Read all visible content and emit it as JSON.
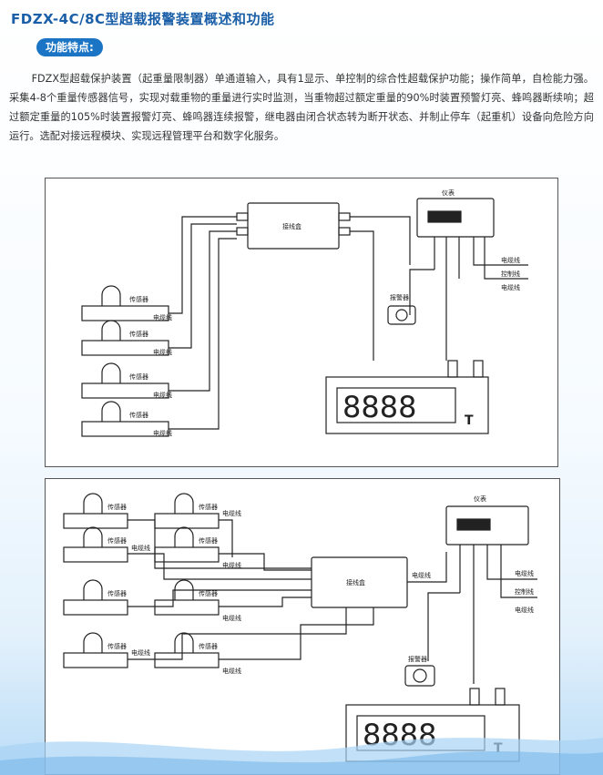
{
  "title": "FDZX-4C/8C型超载报警装置概述和功能",
  "section_label": "功能特点:",
  "intro": "FDZX型超载保护装置（起重量限制器）单通道输入，具有1显示、单控制的综合性超载保护功能；操作简单，自检能力强。采集4-8个重量传感器信号，实现对载重物的重量进行实时监测，当重物超过额定重量的90%时装置预警灯亮、蜂鸣器断续响；超过额定重量的105%时装置报警灯亮、蜂鸣器连续报警，继电器由闭合状态转为断开状态、并制止停车（起重机）设备向危险方向运行。选配对接远程模块、实现远程管理平台和数字化服务。",
  "diagram1": {
    "junction_box": "接线盒",
    "instrument": "仪表",
    "sensor": "传感器",
    "cable": "电缆线",
    "alarm": "报警器",
    "control_line": "控制线",
    "display_digits": "8888",
    "display_unit": "T"
  },
  "diagram2": {
    "junction_box": "接线盒",
    "instrument": "仪表",
    "sensor": "传感器",
    "cable": "电缆线",
    "alarm": "报警器",
    "control_line": "控制线",
    "display_digits": "8888",
    "display_unit": "T"
  }
}
